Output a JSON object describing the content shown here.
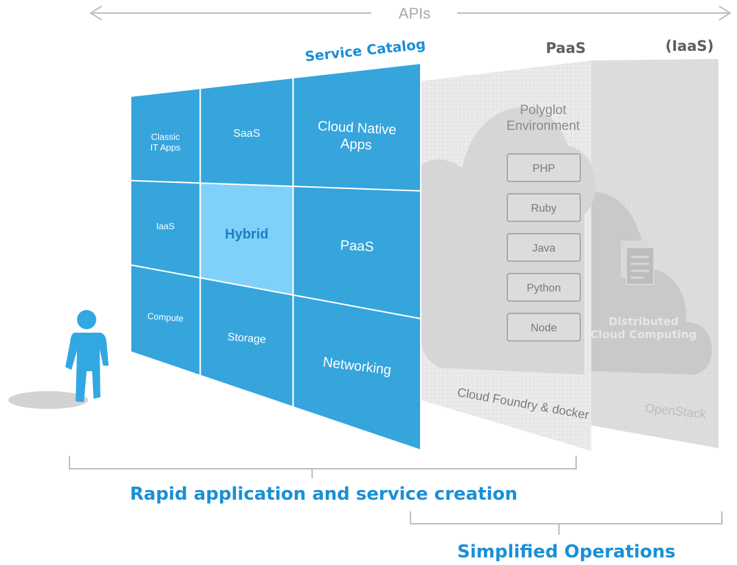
{
  "api_arrow": {
    "label": "APIs"
  },
  "service_catalog": {
    "title": "Service Catalog",
    "tiles": [
      [
        "Classic\nIT Apps",
        "SaaS",
        "Cloud Native\nApps"
      ],
      [
        "IaaS",
        "Hybrid",
        "PaaS"
      ],
      [
        "Compute",
        "Storage",
        "Networking"
      ]
    ]
  },
  "paas_layer": {
    "title": "PaaS",
    "environment": "Polyglot\nEnvironment",
    "languages": [
      "PHP",
      "Ruby",
      "Java",
      "Python",
      "Node"
    ],
    "footer": "Cloud Foundry & docker"
  },
  "iaas_layer": {
    "title": "(IaaS)",
    "cloud_label": "Distributed\nCloud Computing",
    "footer": "OpenStack"
  },
  "captions": {
    "rapid": "Rapid application and service creation",
    "simplified": "Simplified Operations"
  },
  "colors": {
    "catalog_blue": "#35a5dc",
    "hybrid_blue": "#7fd1fa",
    "caption_blue": "#1a8fd6",
    "person_blue": "#33a8e0"
  }
}
